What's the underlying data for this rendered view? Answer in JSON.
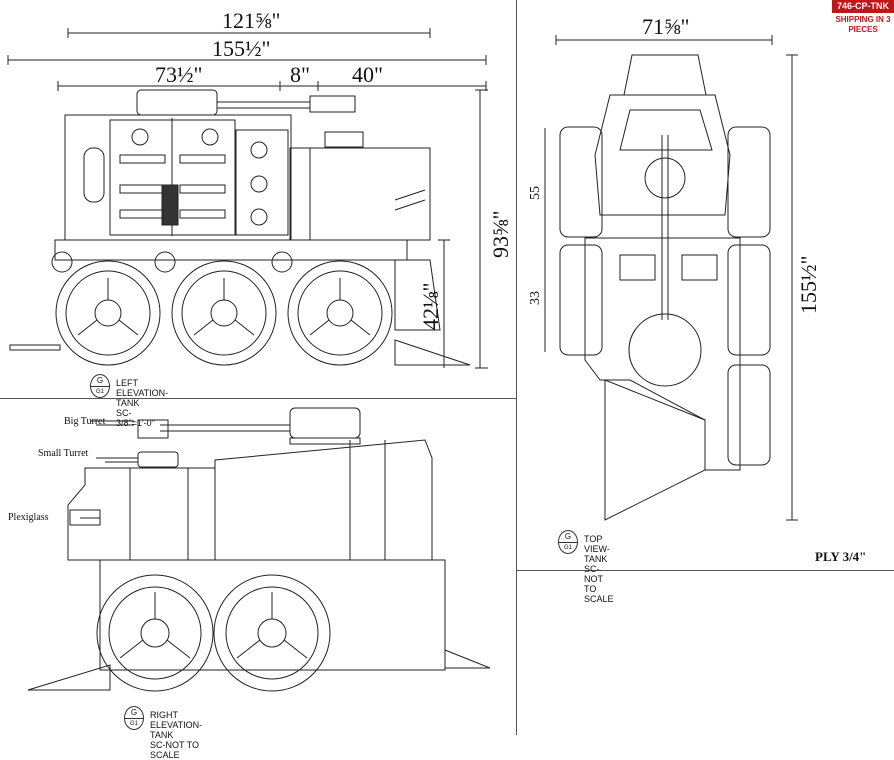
{
  "badge": {
    "code": "746-CP-TNK",
    "shipping": "SHIPPING IN 3 PIECES"
  },
  "left_view": {
    "dims": {
      "overall_1": "121⅝\"",
      "overall_2": "155½\"",
      "seg_1": "73½\"",
      "seg_2": "8\"",
      "seg_3": "40\"",
      "height_total": "93⅝\"",
      "height_lower": "42⅛\""
    },
    "label": {
      "bubble_top": "G",
      "bubble_bottom": "G1",
      "title": "LEFT ELEVATION-TANK",
      "scale": "SC-3/8\"=1'-0\""
    }
  },
  "right_view": {
    "callouts": {
      "big_turret": "Big Turret",
      "small_turret": "Small Turret",
      "plexiglass": "Plexiglass"
    },
    "label": {
      "bubble_top": "G",
      "bubble_bottom": "G1",
      "title": "RIGHT ELEVATION-TANK",
      "scale": "SC-NOT TO SCALE"
    }
  },
  "top_view": {
    "dims": {
      "width": "71⅝\"",
      "length": "155½\"",
      "side_cut_1": "55",
      "side_cut_2": "33"
    },
    "label": {
      "bubble_top": "G",
      "bubble_bottom": "G1",
      "title": "TOP VIEW-TANK",
      "scale": "SC-NOT TO SCALE"
    }
  },
  "ply": "PLY 3/4\""
}
